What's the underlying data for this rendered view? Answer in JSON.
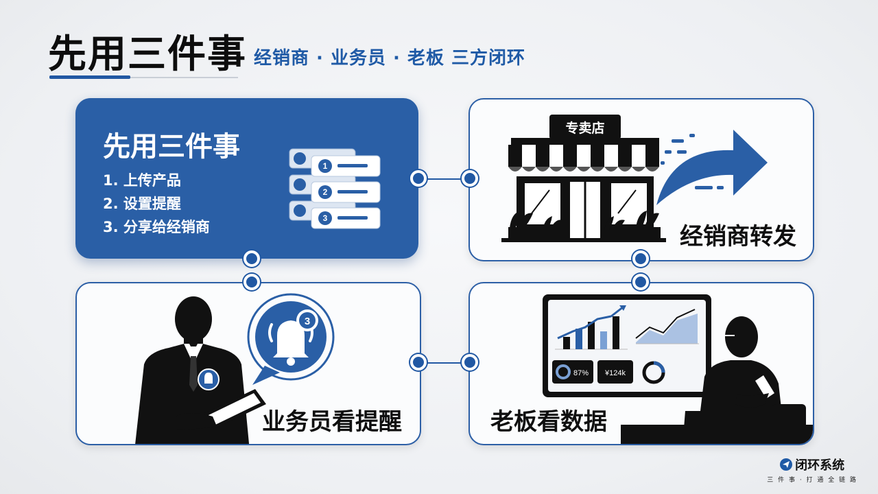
{
  "header": {
    "title": "先用三件事",
    "subtitle": "经销商 · 业务员 · 老板  三方闭环"
  },
  "card_steps": {
    "title": "先用三件事",
    "steps": [
      "1. 上传产品",
      "2. 设置提醒",
      "3. 分享给经销商"
    ],
    "list_numbers": [
      "1",
      "2",
      "3"
    ]
  },
  "card_dealer": {
    "store_sign": "专卖店",
    "label": "经销商转发"
  },
  "card_sales": {
    "badge_count": "3",
    "label": "业务员看提醒"
  },
  "card_boss": {
    "label": "老板看数据",
    "kpi_1": "87%",
    "kpi_2": "¥124k"
  },
  "brand": {
    "name": "闭环系统",
    "tagline": "三 件 事 · 打 通 全 链 路"
  },
  "colors": {
    "accent": "#2158a3",
    "card_blue": "#2a5fa6",
    "background": "#eef0f3"
  }
}
